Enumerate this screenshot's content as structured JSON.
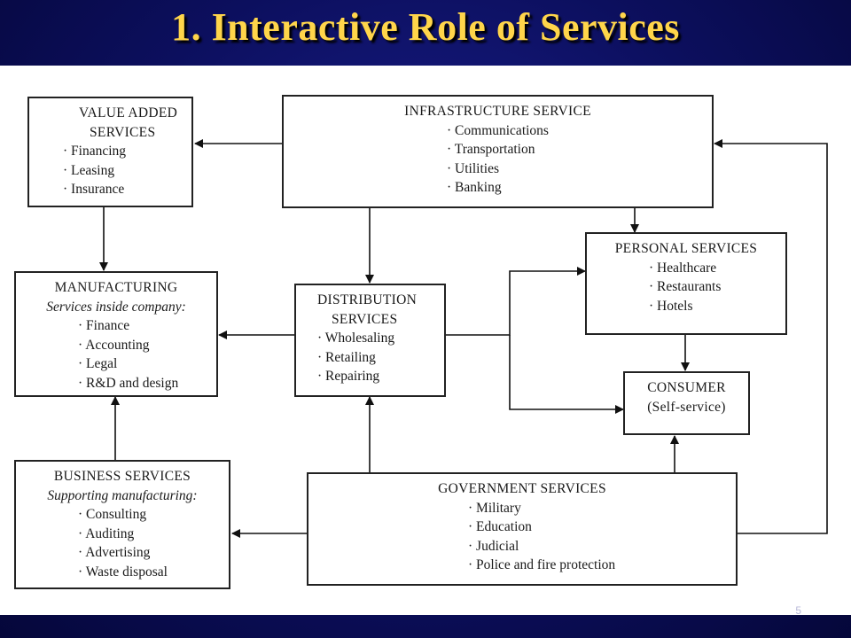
{
  "title": "1. Interactive Role of Services",
  "page_number": "5",
  "boxes": {
    "value_added": {
      "heading_1": "VALUE ADDED",
      "heading_2": "SERVICES",
      "items": [
        "Financing",
        "Leasing",
        "Insurance"
      ]
    },
    "infrastructure": {
      "heading": "INFRASTRUCTURE SERVICE",
      "items": [
        "Communications",
        "Transportation",
        "Utilities",
        "Banking"
      ]
    },
    "manufacturing": {
      "heading": "MANUFACTURING",
      "subheading": "Services inside company:",
      "items": [
        "Finance",
        "Accounting",
        "Legal",
        "R&D and design"
      ]
    },
    "distribution": {
      "heading_1": "DISTRIBUTION",
      "heading_2": "SERVICES",
      "items": [
        "Wholesaling",
        "Retailing",
        "Repairing"
      ]
    },
    "personal": {
      "heading": "PERSONAL SERVICES",
      "items": [
        "Healthcare",
        "Restaurants",
        "Hotels"
      ]
    },
    "consumer": {
      "heading": "CONSUMER",
      "subheading": "(Self-service)"
    },
    "business": {
      "heading": "BUSINESS SERVICES",
      "subheading": "Supporting manufacturing:",
      "items": [
        "Consulting",
        "Auditing",
        "Advertising",
        "Waste disposal"
      ]
    },
    "government": {
      "heading": "GOVERNMENT SERVICES",
      "items": [
        "Military",
        "Education",
        "Judicial",
        "Police and fire protection"
      ]
    }
  }
}
